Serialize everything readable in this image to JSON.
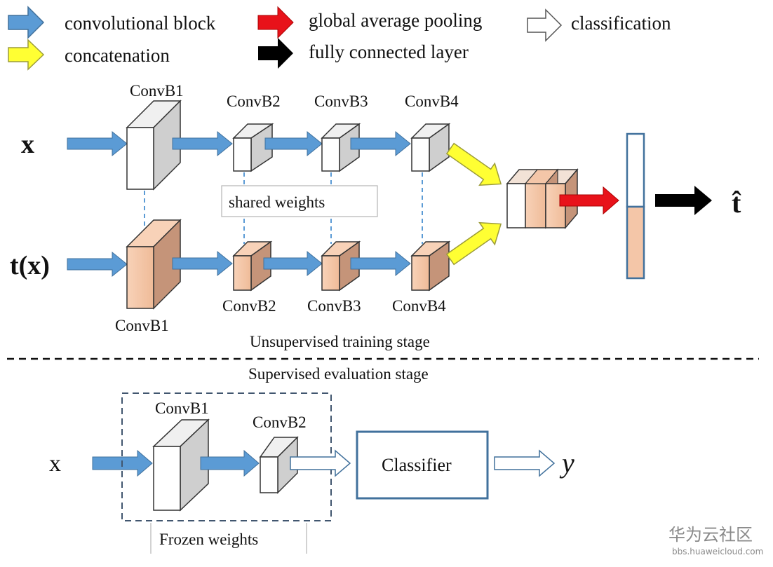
{
  "legend": {
    "conv_block": "convolutional block",
    "concatenation": "concatenation",
    "gap": "global average pooling",
    "fc": "fully connected layer",
    "classification": "classification"
  },
  "colors": {
    "blue_arrow": "#5b9bd5",
    "red_arrow": "#e8121a",
    "yellow_arrow": "#ffff33",
    "black_arrow": "#000000",
    "white_face": "#ffffff",
    "grey_side": "#cfcfcf",
    "peach_face": "#f4c6a8",
    "brown_side": "#c59479",
    "border_blue": "#41719c"
  },
  "top_branch": {
    "input": "x",
    "b1": "ConvB1",
    "b2": "ConvB2",
    "b3": "ConvB3",
    "b4": "ConvB4"
  },
  "bottom_branch": {
    "input": "t(x)",
    "b1": "ConvB1",
    "b2": "ConvB2",
    "b3": "ConvB3",
    "b4": "ConvB4"
  },
  "shared_weights": "shared weights",
  "output": "t̂",
  "stage_top": "Unsupervised training stage",
  "stage_bottom": "Supervised evaluation stage",
  "eval": {
    "input": "x",
    "b1": "ConvB1",
    "b2": "ConvB2",
    "classifier": "Classifier",
    "output": "y",
    "frozen": "Frozen weights"
  },
  "watermark": {
    "cn": "华为云社区",
    "url": "bbs.huaweicloud.com"
  }
}
